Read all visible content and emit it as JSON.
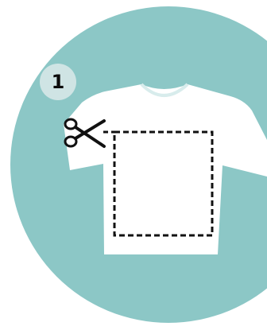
{
  "step": {
    "number": "1"
  },
  "colors": {
    "background_circle": "#8cc7c6",
    "step_badge": "#cfe4e4",
    "shirt": "#ffffff",
    "cut_line": "#111111",
    "scissors": "#111111"
  },
  "icons": {
    "scissors": "scissors-icon",
    "shirt": "tshirt-illustration",
    "cut_area": "dashed-cut-rectangle"
  }
}
